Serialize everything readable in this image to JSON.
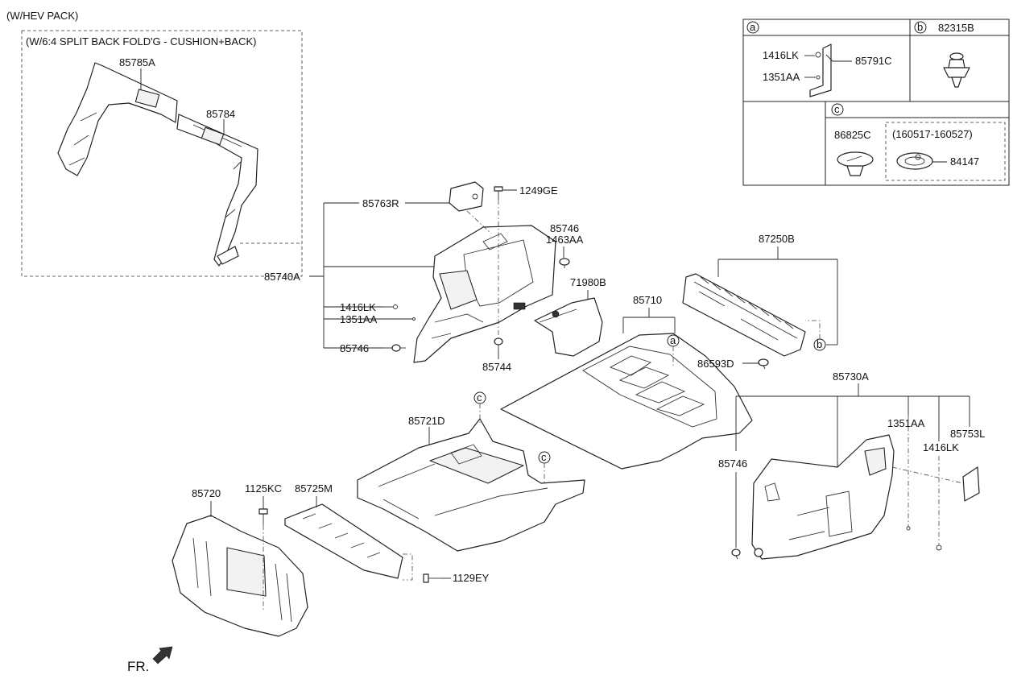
{
  "headers": {
    "pack": "(W/HEV PACK)",
    "split_fold": "(W/6:4 SPLIT BACK FOLD'G - CUSHION+BACK)"
  },
  "legend": {
    "a_letter": "a",
    "b_letter": "b",
    "c_letter": "c",
    "b_part": "82315B",
    "a_parts": [
      "1416LK",
      "1351AA",
      "85791C"
    ],
    "c_parts": [
      "86825C",
      "84147"
    ],
    "c_date_range": "(160517-160527)"
  },
  "labels": {
    "p85785A": "85785A",
    "p85784": "85784",
    "p85763R": "85763R",
    "p1249GE": "1249GE",
    "p85746_top": "85746",
    "p1463AA": "1463AA",
    "p85740A": "85740A",
    "p1416LK_left": "1416LK",
    "p1351AA_left": "1351AA",
    "p85746_left": "85746",
    "p85744": "85744",
    "p71980B": "71980B",
    "p85710": "85710",
    "p87250B": "87250B",
    "p86593D": "86593D",
    "p85730A": "85730A",
    "p1351AA_right": "1351AA",
    "p85753L": "85753L",
    "p1416LK_right": "1416LK",
    "p85746_right": "85746",
    "p85721D": "85721D",
    "p85720": "85720",
    "p1125KC": "1125KC",
    "p85725M": "85725M",
    "p1129EY": "1129EY",
    "fr": "FR."
  },
  "callouts": {
    "a": "a",
    "b": "b",
    "c": "c"
  }
}
